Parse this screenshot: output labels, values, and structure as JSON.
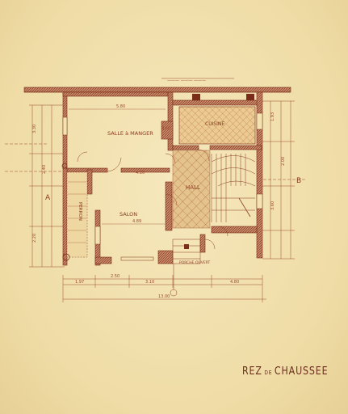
{
  "drawing": {
    "title_main_a": "REZ",
    "title_connector": "DE",
    "title_main_b": "CHAUSSEE",
    "rooms": {
      "salle_a_manger": "SALLE à MANGER",
      "cuisine": "CUISINE",
      "hall": "HALL",
      "salon": "SALON",
      "perron": "PERRON",
      "porche": "PORCHE OUVERT"
    },
    "dims": {
      "top_width": "5.80",
      "salon_width": "4.89",
      "dining_height": "3.60",
      "mid_width": "4.10",
      "bottom_a": "1.97",
      "bottom_b": "2.50",
      "bottom_c": "3.10",
      "bottom_d": "4.80",
      "overall": "13.00",
      "right_a": "1.93",
      "right_b": "2.00",
      "right_c": "3.60",
      "left_a": "2.20",
      "left_b": "2.40",
      "left_c": "3.30"
    },
    "markers": {
      "section_left": "A",
      "section_right": "B"
    }
  }
}
